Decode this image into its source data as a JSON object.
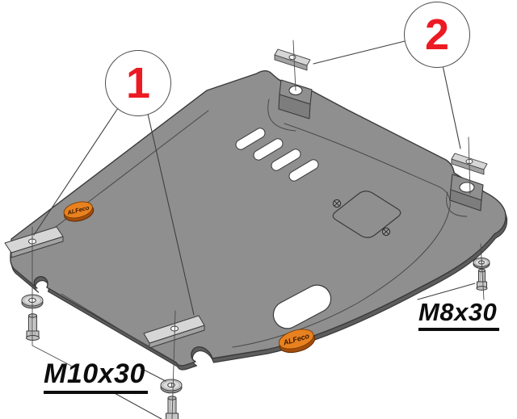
{
  "callouts": {
    "balloon1": {
      "number": "1"
    },
    "balloon2": {
      "number": "2"
    }
  },
  "labels": {
    "m10_bolt": "M10x30",
    "m8_bolt": "M8x30"
  },
  "brand": {
    "logo_text": "ALFeco"
  },
  "colors": {
    "background": "#ffffff",
    "plate_fill": "#8f8f8f",
    "plate_side": "#5d5d5d",
    "outline": "#3a3a3a",
    "strip_fill": "#d6d6d6",
    "hardware_fill": "#cfcfcf",
    "callout_number": "#ec1b23",
    "badge_orange": "#e8811f",
    "label_text": "#0d0d0d"
  }
}
